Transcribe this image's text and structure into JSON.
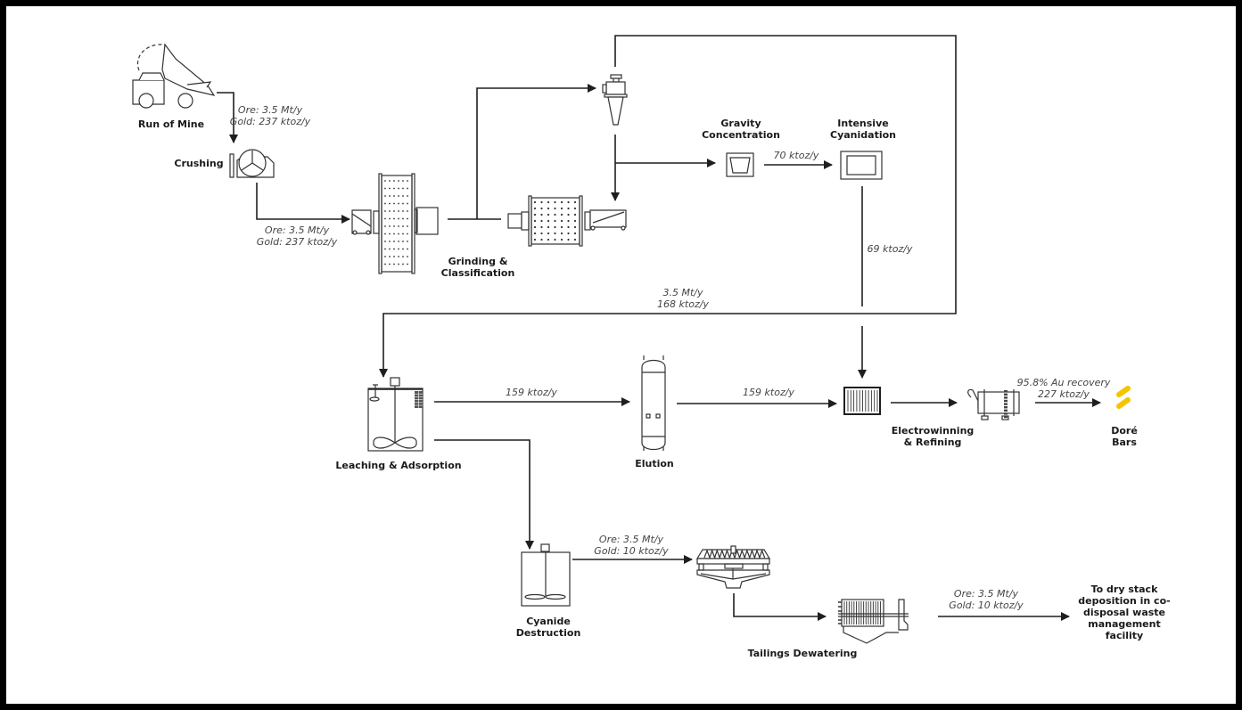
{
  "diagram": {
    "title": "",
    "colors": {
      "line": "#1f1f1f",
      "frame": "#000000",
      "dore_bars": "#f5c400",
      "flow_text": "#444444",
      "label_text": "#1a1a1a"
    },
    "nodes": {
      "run_of_mine": {
        "label": "Run of Mine",
        "icon": "haul-truck-icon"
      },
      "crushing": {
        "label": "Crushing",
        "icon": "crusher-icon"
      },
      "grinding": {
        "label_line1": "Grinding &",
        "label_line2": "Classification",
        "icon": "mill-icon"
      },
      "cyclone": {
        "label": "",
        "icon": "hydrocyclone-icon"
      },
      "gravity": {
        "label_line1": "Gravity",
        "label_line2": "Concentration",
        "icon": "gravity-concentrator-icon"
      },
      "intensive": {
        "label_line1": "Intensive",
        "label_line2": "Cyanidation",
        "icon": "reactor-icon"
      },
      "leaching": {
        "label": "Leaching & Adsorption",
        "icon": "agitated-tank-icon"
      },
      "elution": {
        "label": "Elution",
        "icon": "elution-column-icon"
      },
      "electrowinning": {
        "label_line1": "Electrowinning",
        "label_line2": "& Refining",
        "icon": "electrowinning-cell-icon"
      },
      "furnace": {
        "label": "",
        "icon": "smelting-furnace-icon"
      },
      "dore": {
        "label_line1": "Doré",
        "label_line2": "Bars",
        "icon": "dore-bars-icon"
      },
      "cyanide": {
        "label_line1": "Cyanide",
        "label_line2": "Destruction",
        "icon": "agitated-tank-icon"
      },
      "thickener": {
        "label": "",
        "icon": "thickener-icon"
      },
      "tailings": {
        "label": "Tailings Dewatering",
        "icon": "filter-press-icon"
      },
      "dry_stack": {
        "label_lines": [
          "To dry stack",
          "deposition in co-",
          "disposal waste",
          "management",
          "facility"
        ]
      }
    },
    "flows": {
      "rom_to_crushing": {
        "line1": "Ore: 3.5 Mt/y",
        "line2": "Gold: 237 ktoz/y"
      },
      "crushing_to_grinding": {
        "line1": "Ore: 3.5 Mt/y",
        "line2": "Gold: 237 ktoz/y"
      },
      "gravity_to_intensive": {
        "line1": "70 ktoz/y"
      },
      "intensive_to_ew": {
        "line1": "69 ktoz/y"
      },
      "grinding_to_leach": {
        "line1": "3.5 Mt/y",
        "line2": "168 ktoz/y"
      },
      "leach_to_elution": {
        "line1": "159 ktoz/y"
      },
      "elution_to_ew": {
        "line1": "159 ktoz/y"
      },
      "furnace_to_dore": {
        "line1": "95.8% Au recovery",
        "line2": "227 ktoz/y"
      },
      "cyanide_to_thickener": {
        "line1": "Ore: 3.5 Mt/y",
        "line2": "Gold: 10 ktoz/y"
      },
      "tailings_to_drystack": {
        "line1": "Ore: 3.5 Mt/y",
        "line2": "Gold: 10 ktoz/y"
      }
    }
  }
}
